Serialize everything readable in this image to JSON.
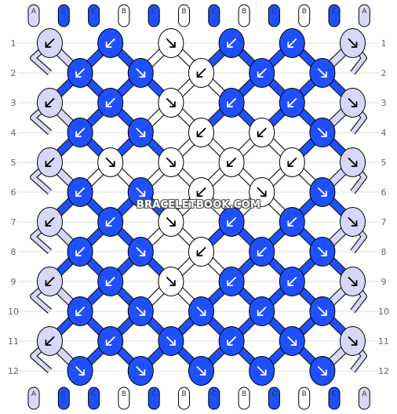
{
  "watermark": "BRACELETBOOK.COM",
  "colors": {
    "A": "#d7d7f7",
    "B": "#ffffff",
    "C": "#1e50ff",
    "stroke": "#000000",
    "grid": "#dddddd"
  },
  "strings": {
    "top": [
      "A",
      "C",
      "C",
      "B",
      "C",
      "B",
      "C",
      "B",
      "C",
      "B",
      "C",
      "A"
    ],
    "bottom": [
      "A",
      "C",
      "C",
      "B",
      "C",
      "B",
      "C",
      "B",
      "C",
      "B",
      "C",
      "A"
    ]
  },
  "row_labels": [
    "1",
    "2",
    "3",
    "4",
    "5",
    "6",
    "7",
    "8",
    "9",
    "10",
    "11",
    "12"
  ],
  "knot_rows": [
    [
      "A|B",
      "C|B",
      "B|F",
      "C|B",
      "C|B",
      "A|F"
    ],
    [
      "C|B",
      "C|F",
      "B|B",
      "C|B",
      "C|F"
    ],
    [
      "A|B",
      "C|B",
      "B|F",
      "C|B",
      "C|B",
      "A|F"
    ],
    [
      "C|B",
      "C|F",
      "B|B",
      "B|B",
      "C|F"
    ],
    [
      "A|B",
      "B|F",
      "B|F",
      "B|B",
      "B|B",
      "A|F"
    ],
    [
      "C|B",
      "C|F",
      "B|B",
      "B|F",
      "C|F"
    ],
    [
      "A|B",
      "C|B",
      "B|F",
      "C|B",
      "C|B",
      "A|F"
    ],
    [
      "C|B",
      "C|F",
      "B|B",
      "C|B",
      "C|F"
    ],
    [
      "A|B",
      "C|B",
      "B|F",
      "C|B",
      "C|B",
      "A|F"
    ],
    [
      "C|B",
      "C|F",
      "C|F",
      "C|B",
      "C|F"
    ],
    [
      "A|B",
      "C|B",
      "C|F",
      "C|B",
      "C|F",
      "A|F"
    ],
    [
      "C|F",
      "C|F",
      "C|F",
      "C|F",
      "C|F"
    ]
  ]
}
